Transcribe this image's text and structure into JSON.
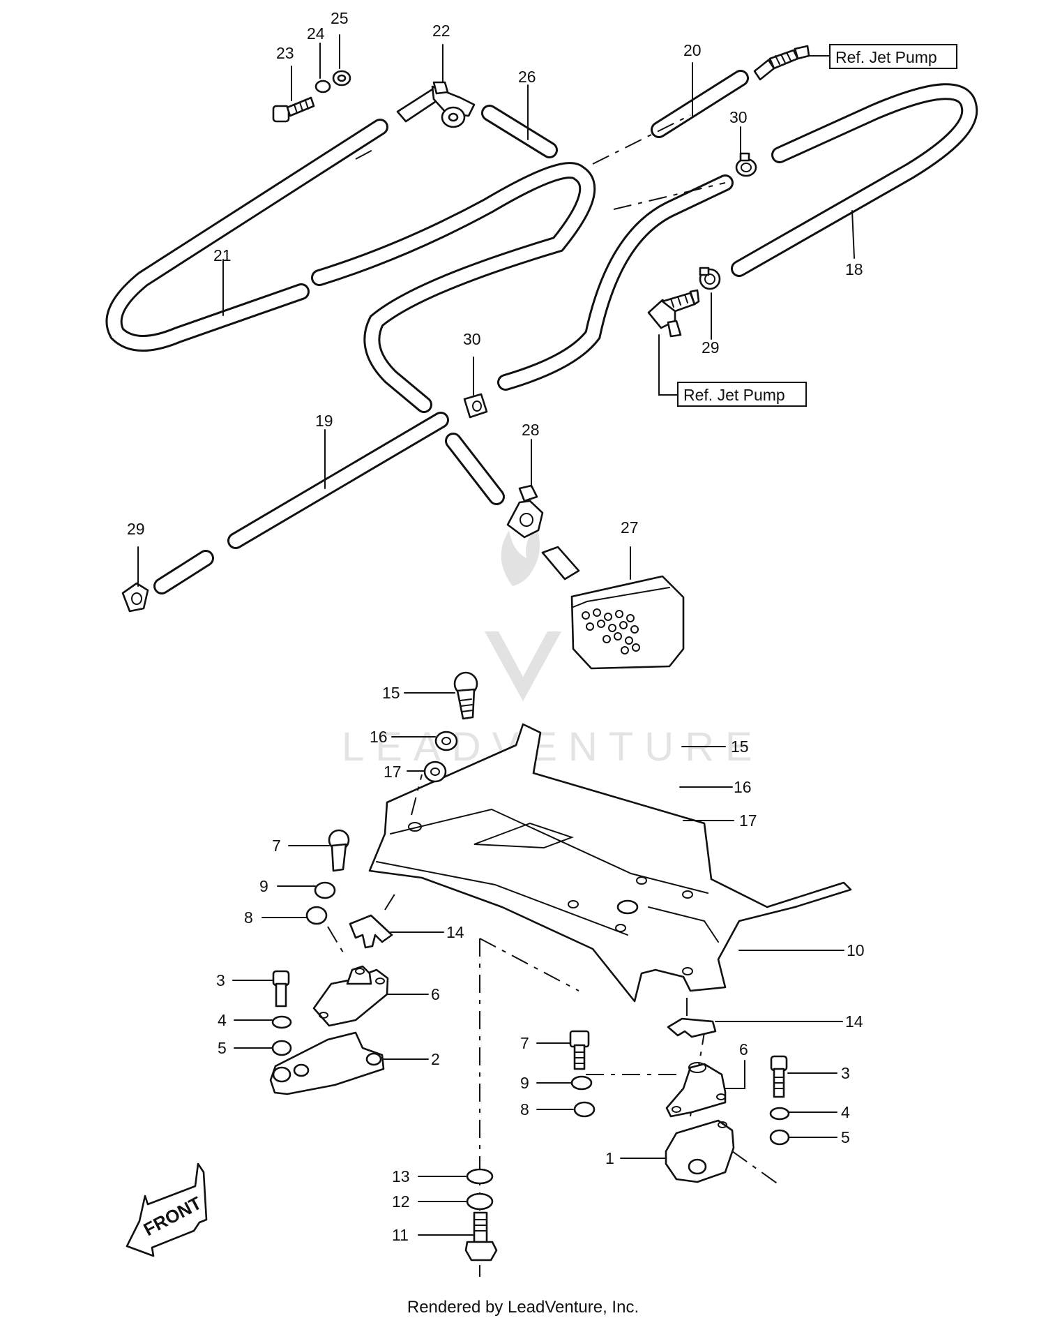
{
  "diagram": {
    "ref_labels": {
      "jet_pump_top": "Ref. Jet Pump",
      "jet_pump_mid": "Ref. Jet Pump"
    },
    "front_arrow_label": "FRONT",
    "watermark": "LEADVENTURE",
    "credit": "Rendered by LeadVenture, Inc.",
    "callouts": {
      "c1": "1",
      "c2": "2",
      "c3a": "3",
      "c3b": "3",
      "c4a": "4",
      "c4b": "4",
      "c5a": "5",
      "c5b": "5",
      "c6a": "6",
      "c6b": "6",
      "c7a": "7",
      "c7b": "7",
      "c8a": "8",
      "c8b": "8",
      "c9a": "9",
      "c9b": "9",
      "c10": "10",
      "c11": "11",
      "c12": "12",
      "c13": "13",
      "c14a": "14",
      "c14b": "14",
      "c15a": "15",
      "c15b": "15",
      "c16a": "16",
      "c16b": "16",
      "c17a": "17",
      "c17b": "17",
      "c18": "18",
      "c19": "19",
      "c20": "20",
      "c21": "21",
      "c22": "22",
      "c23": "23",
      "c24": "24",
      "c25": "25",
      "c26": "26",
      "c27": "27",
      "c28": "28",
      "c29a": "29",
      "c29b": "29",
      "c30a": "30",
      "c30b": "30"
    }
  }
}
